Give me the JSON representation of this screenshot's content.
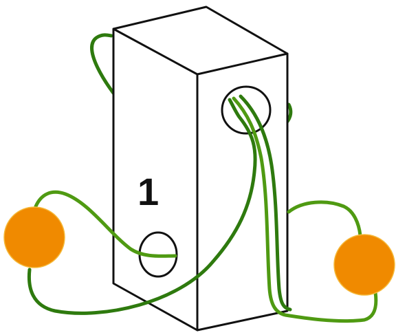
{
  "diagram": {
    "block": {
      "label": "1"
    },
    "colors": {
      "outline": "#111111",
      "cord_dark": "#2e7a0e",
      "cord_light": "#4f9a12",
      "ball_fill": "#f08a00",
      "ball_stroke": "#f5b93a"
    },
    "balls": [
      {
        "name": "left-ball"
      },
      {
        "name": "right-ball"
      }
    ]
  }
}
